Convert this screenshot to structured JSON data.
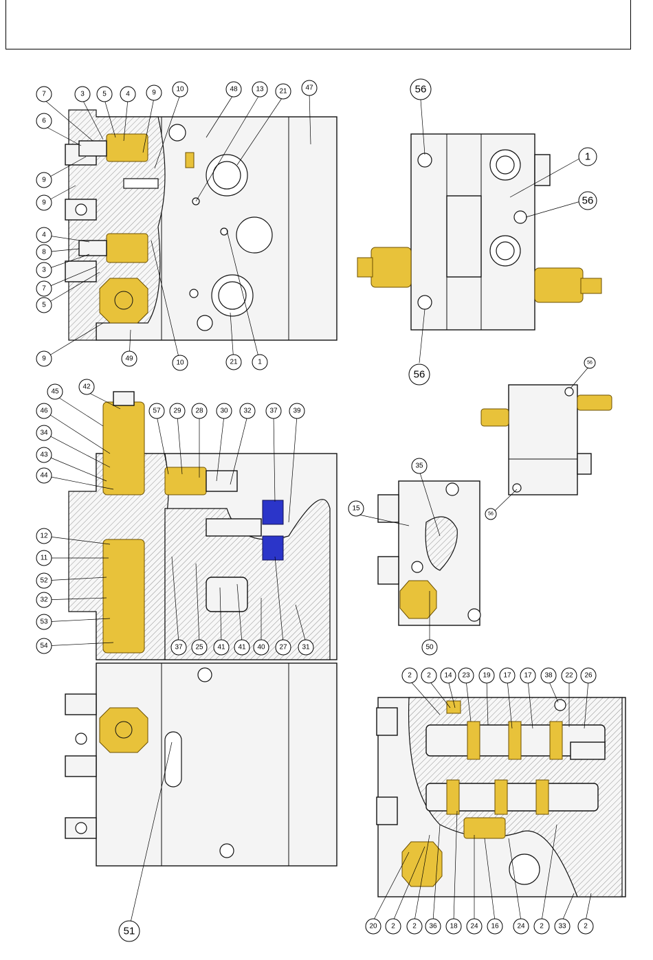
{
  "views": {
    "top_section": {
      "callouts": [
        "7",
        "3",
        "5",
        "4",
        "9",
        "10",
        "6",
        "9",
        "9",
        "4",
        "8",
        "3",
        "7",
        "5",
        "48",
        "13",
        "21",
        "47",
        "9",
        "49",
        "10",
        "21",
        "1"
      ]
    },
    "middle_section": {
      "callouts": [
        "42",
        "45",
        "46",
        "34",
        "43",
        "44",
        "12",
        "11",
        "52",
        "32",
        "53",
        "54",
        "57",
        "29",
        "28",
        "30",
        "32",
        "37",
        "39",
        "37",
        "25",
        "41",
        "41",
        "40",
        "27",
        "31"
      ]
    },
    "left_view": {
      "callouts": [
        "51"
      ]
    },
    "right_view": {
      "callouts": [
        "56",
        "1",
        "56",
        "56"
      ]
    },
    "small_section": {
      "callouts": [
        "15",
        "35",
        "50"
      ]
    },
    "small_side_view": {
      "callouts": [
        "56",
        "56"
      ]
    },
    "bottom_section": {
      "callouts": [
        "2",
        "2",
        "14",
        "23",
        "19",
        "17",
        "17",
        "38",
        "22",
        "26",
        "20",
        "2",
        "2",
        "36",
        "18",
        "24",
        "16",
        "24",
        "2",
        "33",
        "2"
      ]
    }
  }
}
